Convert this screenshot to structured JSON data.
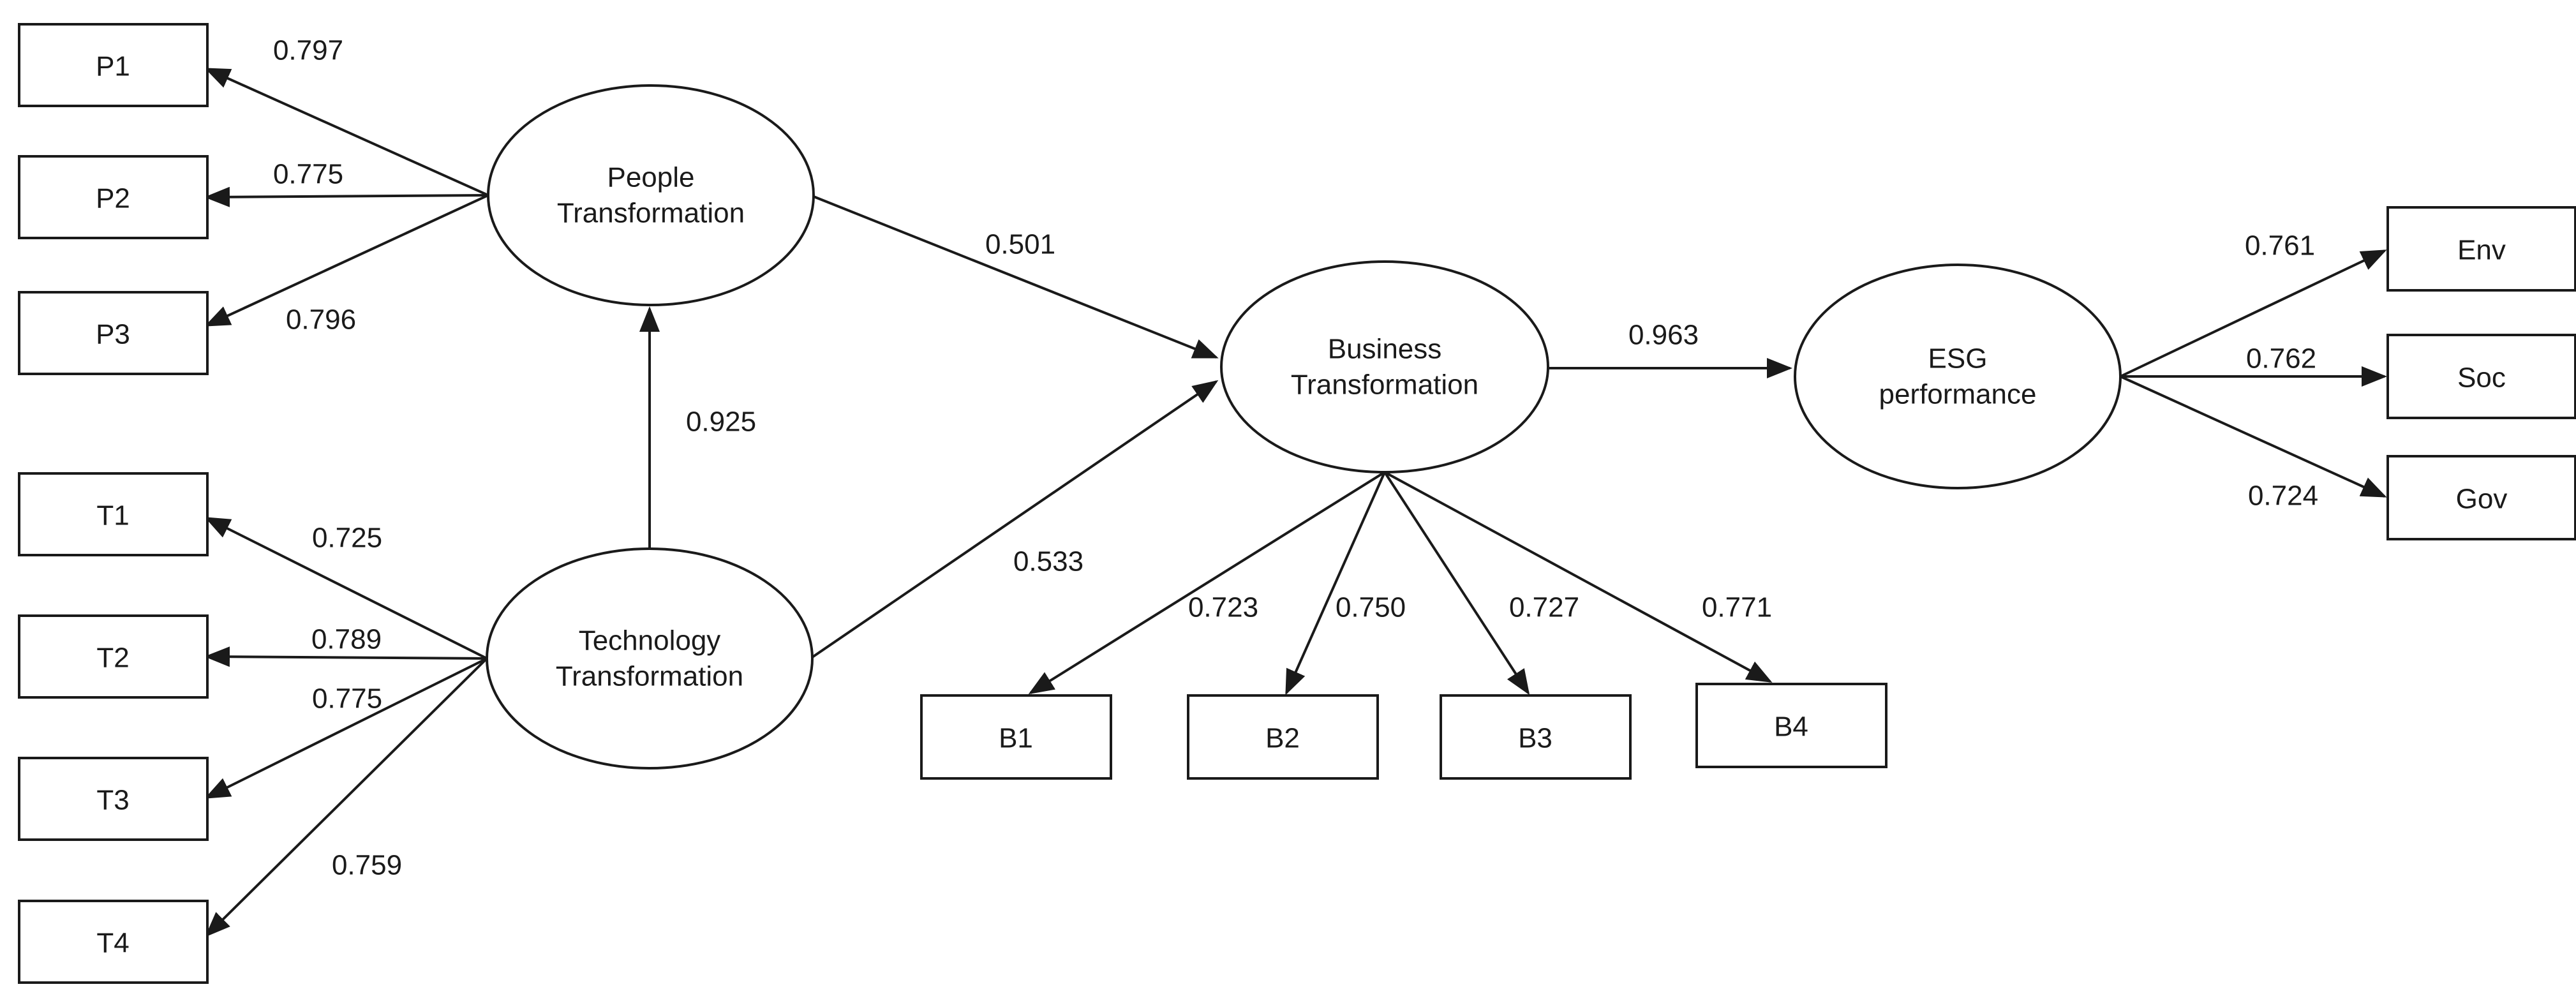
{
  "diagram": {
    "kind": "sem-path-diagram",
    "colors": {
      "stroke": "#1a1a1a",
      "text": "#1a1a1a",
      "background": "#ffffff"
    }
  },
  "nodes": {
    "people": {
      "type": "latent",
      "line1": "People",
      "line2": "Transformation"
    },
    "technology": {
      "type": "latent",
      "line1": "Technology",
      "line2": "Transformation"
    },
    "business": {
      "type": "latent",
      "line1": "Business",
      "line2": "Transformation"
    },
    "esg": {
      "type": "latent",
      "line1": "ESG",
      "line2": "performance"
    },
    "p1": {
      "label": "P1"
    },
    "p2": {
      "label": "P2"
    },
    "p3": {
      "label": "P3"
    },
    "t1": {
      "label": "T1"
    },
    "t2": {
      "label": "T2"
    },
    "t3": {
      "label": "T3"
    },
    "t4": {
      "label": "T4"
    },
    "b1": {
      "label": "B1"
    },
    "b2": {
      "label": "B2"
    },
    "b3": {
      "label": "B3"
    },
    "b4": {
      "label": "B4"
    },
    "env": {
      "label": "Env"
    },
    "soc": {
      "label": "Soc"
    },
    "gov": {
      "label": "Gov"
    }
  },
  "measurement_edges": {
    "p1": {
      "from": "people",
      "to": "P1",
      "loading": "0.797"
    },
    "p2": {
      "from": "people",
      "to": "P2",
      "loading": "0.775"
    },
    "p3": {
      "from": "people",
      "to": "P3",
      "loading": "0.796"
    },
    "t1": {
      "from": "technology",
      "to": "T1",
      "loading": "0.725"
    },
    "t2": {
      "from": "technology",
      "to": "T2",
      "loading": "0.789"
    },
    "t3": {
      "from": "technology",
      "to": "T3",
      "loading": "0.775"
    },
    "t4": {
      "from": "technology",
      "to": "T4",
      "loading": "0.759"
    },
    "b1": {
      "from": "business",
      "to": "B1",
      "loading": "0.723"
    },
    "b2": {
      "from": "business",
      "to": "B2",
      "loading": "0.750"
    },
    "b3": {
      "from": "business",
      "to": "B3",
      "loading": "0.727"
    },
    "b4": {
      "from": "business",
      "to": "B4",
      "loading": "0.771"
    },
    "env": {
      "from": "esg",
      "to": "Env",
      "loading": "0.761"
    },
    "soc": {
      "from": "esg",
      "to": "Soc",
      "loading": "0.762"
    },
    "gov": {
      "from": "esg",
      "to": "Gov",
      "loading": "0.724"
    }
  },
  "structural_edges": {
    "tech_people": {
      "from": "technology",
      "to": "people",
      "coefficient": "0.925"
    },
    "people_business": {
      "from": "people",
      "to": "business",
      "coefficient": "0.501"
    },
    "tech_business": {
      "from": "technology",
      "to": "business",
      "coefficient": "0.533"
    },
    "business_esg": {
      "from": "business",
      "to": "esg",
      "coefficient": "0.963"
    }
  }
}
